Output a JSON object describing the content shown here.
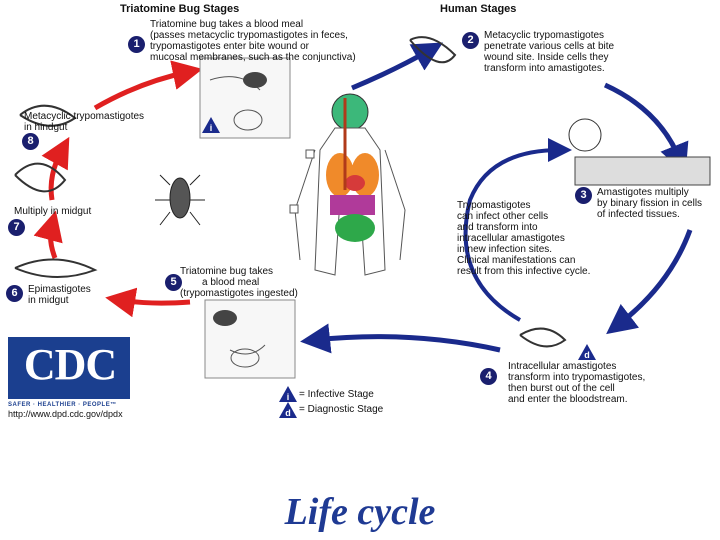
{
  "headers": {
    "bug": "Triatomine Bug Stages",
    "human": "Human Stages"
  },
  "steps": [
    {
      "num": "1",
      "lines": [
        "Triatomine bug takes a blood meal",
        "(passes metacyclic trypomastigotes in feces,",
        "trypomastigotes enter bite wound or",
        "mucosal membranes, such as the conjunctiva)"
      ]
    },
    {
      "num": "2",
      "lines": [
        "Metacyclic trypomastigotes",
        "penetrate various cells at bite",
        "wound site.  Inside cells they",
        "transform into amastigotes."
      ]
    },
    {
      "num": "3",
      "lines": [
        "Amastigotes multiply",
        "by binary fission in cells",
        "of infected tissues."
      ]
    },
    {
      "num": "4",
      "lines": [
        "Intracellular amastigotes",
        "transform into trypomastigotes,",
        "then burst out of the cell",
        "and enter the bloodstream."
      ]
    },
    {
      "num": "5",
      "lines": [
        "Triatomine bug takes",
        "a blood meal",
        "(trypomastigotes ingested)"
      ]
    },
    {
      "num": "6",
      "lines": [
        "Epimastigotes",
        "in midgut"
      ]
    },
    {
      "num": "7",
      "lines": [
        "Multiply in midgut"
      ]
    },
    {
      "num": "8",
      "lines": [
        "Metacyclic trypomastigotes",
        "in hindgut"
      ]
    }
  ],
  "center_note": [
    "Trypomastigotes",
    "can infect other cells",
    "and transform into",
    "intracellular amastigotes",
    "in new infection sites.",
    "Clinical manifestations can",
    "result from this infective cycle."
  ],
  "legend": {
    "infective_symbol": "i",
    "infective_label": "= Infective Stage",
    "diagnostic_symbol": "d",
    "diagnostic_label": "= Diagnostic Stage"
  },
  "logo": {
    "text": "CDC",
    "tagline": "SAFER · HEALTHIER · PEOPLE™",
    "url": "http://www.dpd.cdc.gov/dpdx"
  },
  "title": "Life cycle",
  "colors": {
    "bug_arrow": "#e02020",
    "human_arrow": "#1a2a8c",
    "badge": "#1a1f6e",
    "title": "#1f3a93",
    "cdc": "#1b3f8f"
  }
}
